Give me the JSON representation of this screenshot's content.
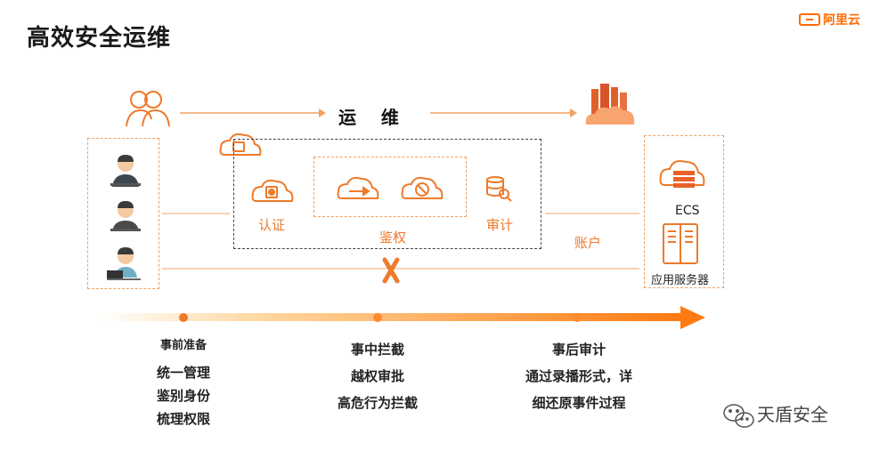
{
  "title": "高效安全运维",
  "logo": {
    "text": "阿里云"
  },
  "center_label": "运    维",
  "auth": {
    "label": "认证"
  },
  "authz": {
    "label": "鉴权"
  },
  "audit": {
    "label": "审计"
  },
  "account": {
    "label": "账户"
  },
  "ecs": {
    "label": "ECS"
  },
  "app_server": {
    "label": "应用服务器"
  },
  "stages": {
    "pre": {
      "title": "事前准备",
      "items": [
        "统一管理",
        "鉴别身份",
        "梳理权限"
      ]
    },
    "mid": {
      "title": "事中拦截",
      "items": [
        "越权审批",
        "高危行为拦截"
      ]
    },
    "post": {
      "title": "事后审计",
      "items": [
        "通过录播形式，详",
        "细还原事件过程"
      ]
    }
  },
  "watermark": {
    "text": "天盾安全"
  },
  "colors": {
    "accent": "#ee7a2c",
    "brand": "#ff6a00"
  }
}
